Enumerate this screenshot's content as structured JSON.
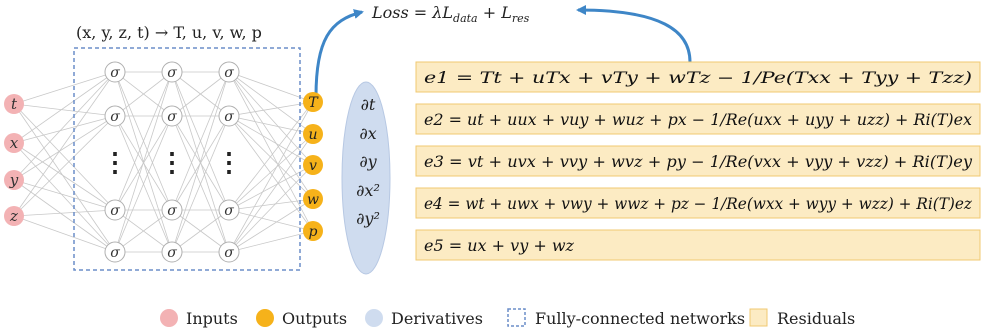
{
  "title_map": "(x, y, z, t) → T, u, v, w, p",
  "loss": "Loss = λL_data + L_res",
  "inputs": [
    "t",
    "x",
    "y",
    "z"
  ],
  "outputs": [
    "T",
    "u",
    "v",
    "w",
    "p"
  ],
  "hidden_rows": [
    "σ",
    "σ",
    "⋮",
    "σ",
    "σ"
  ],
  "derivatives": [
    "∂t",
    "∂x",
    "∂y",
    "∂x²",
    "∂y²"
  ],
  "residuals": [
    "e1 = Tt + uTx + vTy + wTz − 1/Pe(Txx + Tyy + Tzz)",
    "e2 = ut + uux + vuy + wuz + px − 1/Re(uxx + uyy + uzz) + Ri(T)ex",
    "e3 = vt + uvx + vvy + wvz + py − 1/Re(vxx + vyy + vzz) + Ri(T)ey",
    "e4 = wt + uwx + vwy + wwz + pz − 1/Re(wxx + wyy + wzz) + Ri(T)ez",
    "e5 = ux + vy + wz"
  ],
  "legend": {
    "inputs": "Inputs",
    "outputs": "Outputs",
    "derivatives": "Derivatives",
    "fc": "Fully-connected networks",
    "residuals": "Residuals"
  },
  "colors": {
    "input_fill": "#f3b2b4",
    "output_fill": "#f6b21a",
    "deriv_fill": "#cfdcef",
    "fc_border": "#6b8ec9",
    "residual_fill": "#fcebc3",
    "residual_border": "#f0c872",
    "arrow": "#3e86c7",
    "line": "#c8c8c8"
  }
}
